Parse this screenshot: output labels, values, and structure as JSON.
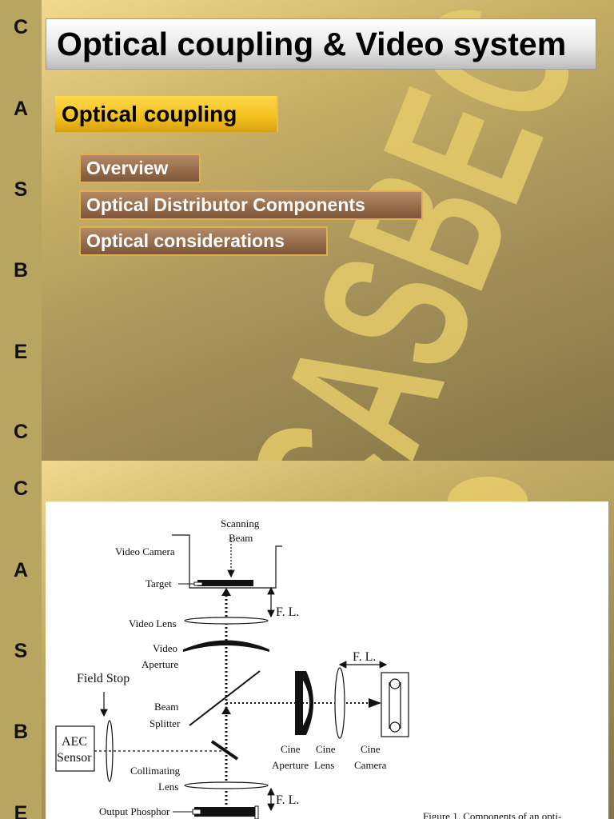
{
  "sidebar_letters": [
    "C",
    "A",
    "S",
    "B",
    "E",
    "C"
  ],
  "watermark": "CASBEC",
  "slide1": {
    "title": "Optical coupling & Video system",
    "section": "Optical coupling",
    "links": [
      "Overview",
      "Optical Distributor Components",
      "Optical considerations"
    ]
  },
  "slide2": {
    "sidebar_letters": [
      "C",
      "A",
      "S",
      "B",
      "E"
    ],
    "figure": {
      "labels": {
        "scanning_beam_1": "Scanning",
        "scanning_beam_2": "Beam",
        "video_camera": "Video Camera",
        "target": "Target",
        "fl_top": "F. L.",
        "video_lens": "Video Lens",
        "video_aperture_1": "Video",
        "video_aperture_2": "Aperture",
        "fl_right": "F. L.",
        "field_stop": "Field Stop",
        "beam_splitter_1": "Beam",
        "beam_splitter_2": "Splitter",
        "aec_sensor_1": "AEC",
        "aec_sensor_2": "Sensor",
        "cine_aperture_1": "Cine",
        "cine_aperture_2": "Aperture",
        "cine_lens_1": "Cine",
        "cine_lens_2": "Lens",
        "cine_camera_1": "Cine",
        "cine_camera_2": "Camera",
        "collimating_lens_1": "Collimating",
        "collimating_lens_2": "Lens",
        "fl_bottom": "F. L.",
        "output_phosphor": "Output Phosphor",
        "caption": "Figure 1.   Components of an opti-"
      }
    }
  }
}
